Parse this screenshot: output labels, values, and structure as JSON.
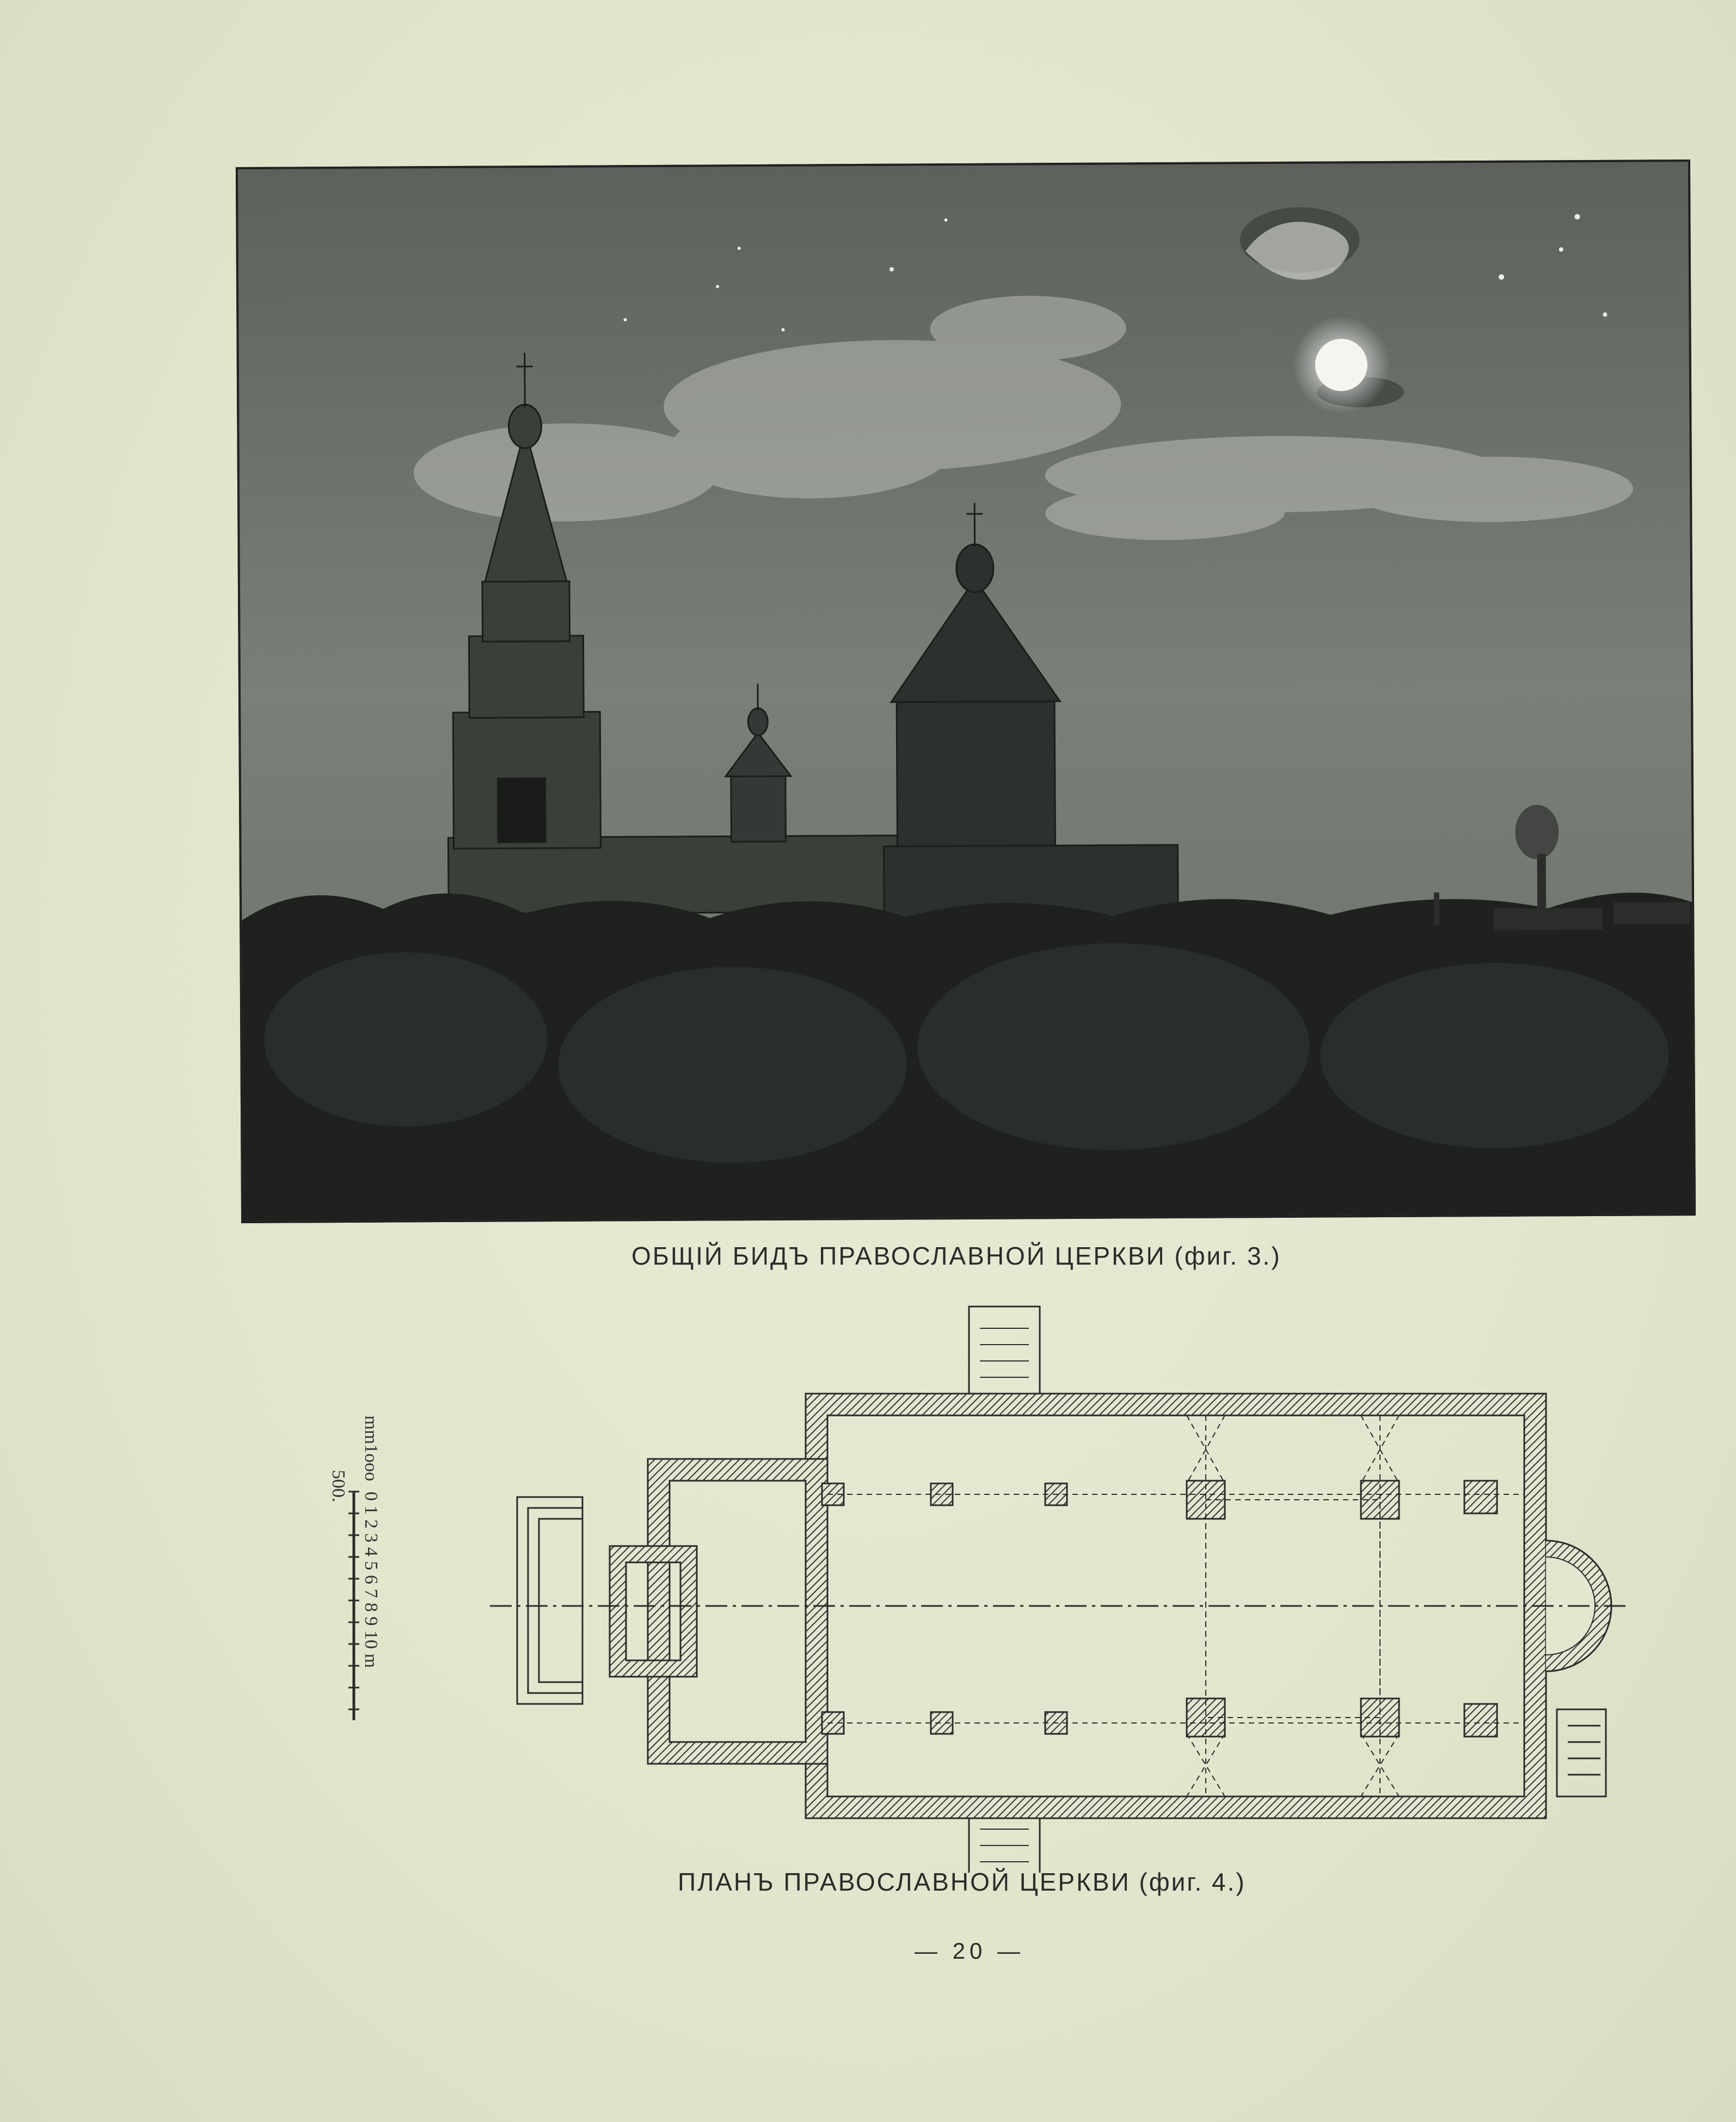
{
  "figure3": {
    "caption": "ОБЩІЙ БИДЪ ПРАВОСЛАВНОЙ ЦЕРКВИ (фиг. 3.)"
  },
  "figure4": {
    "caption": "ПЛАНЪ ПРАВОСЛАВНОЙ ЦЕРКВИ (фиг. 4.)",
    "scale": {
      "prefix": "mm1ооо",
      "numbers": "0 1 2 3 4 5 6 7 8 9 10 m",
      "unit": "500."
    }
  },
  "page_number": "— 20 —",
  "colors": {
    "paper": "#e4e7cf",
    "ink": "#2b2b2a",
    "photo_sky": "#6b7068",
    "photo_dark": "#1c1f1c"
  }
}
